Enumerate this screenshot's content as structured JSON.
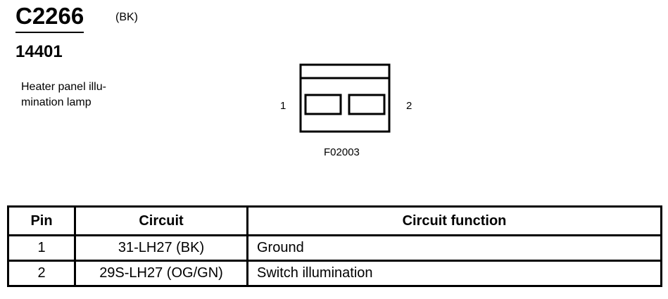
{
  "header": {
    "connector_id": "C2266",
    "connector_color": "(BK)",
    "component_number": "14401",
    "description_lines": [
      "Heater panel illu-",
      "mination lamp"
    ]
  },
  "connector": {
    "pin_labels": [
      "1",
      "2"
    ],
    "part_code": "F02003"
  },
  "table": {
    "headers": [
      "Pin",
      "Circuit",
      "Circuit function"
    ],
    "rows": [
      {
        "pin": "1",
        "circuit": "31-LH27 (BK)",
        "function": "Ground"
      },
      {
        "pin": "2",
        "circuit": "29S-LH27 (OG/GN)",
        "function": "Switch illumination"
      }
    ]
  }
}
